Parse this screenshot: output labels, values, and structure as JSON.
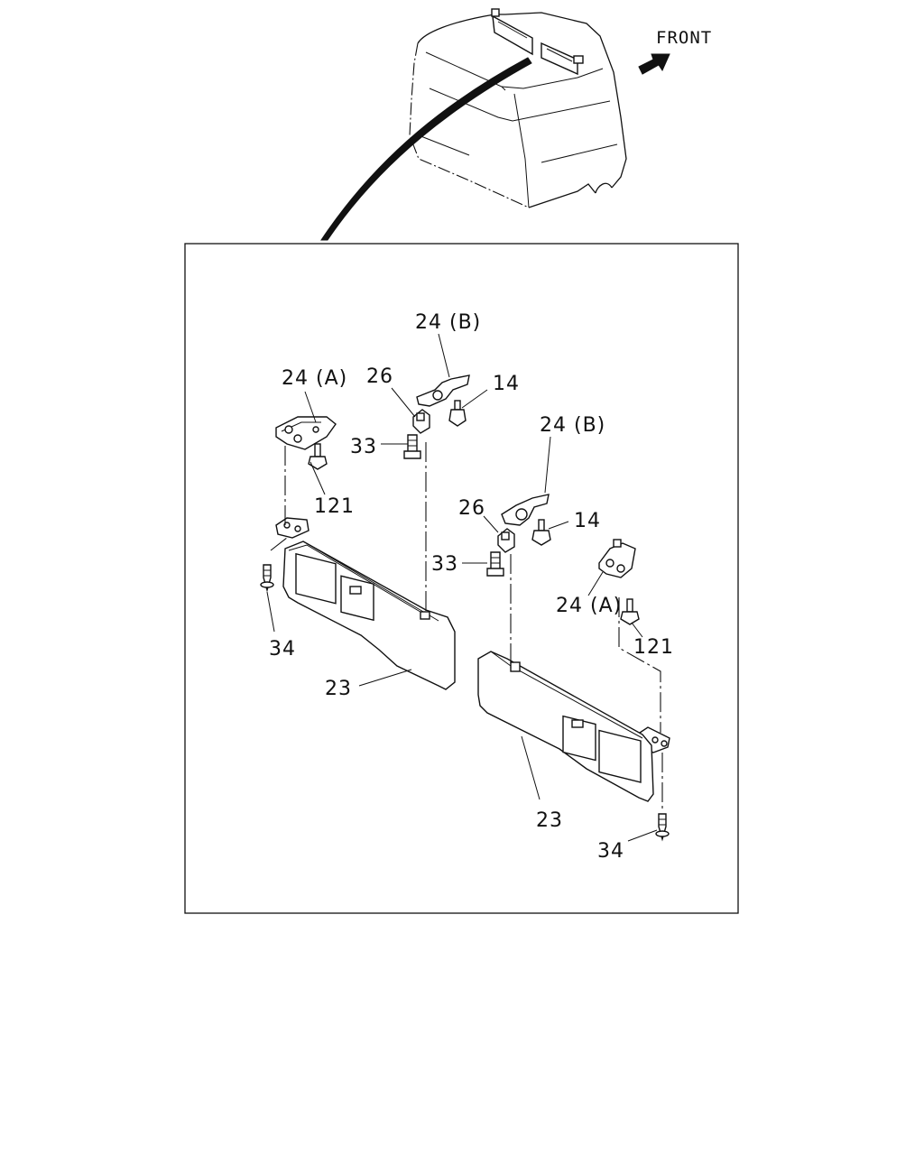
{
  "orientation": {
    "label": "FRONT"
  },
  "callouts": {
    "left_bracket_b": "24 (B)",
    "left_bracket_a": "24 (A)",
    "left_clip": "26",
    "left_screw_14": "14",
    "left_screw_33": "33",
    "left_screw_121": "121",
    "left_screw_34": "34",
    "left_visor": "23",
    "right_bracket_b": "24 (B)",
    "right_clip": "26",
    "right_screw_14": "14",
    "right_screw_33": "33",
    "right_bracket_a": "24 (A)",
    "right_screw_121": "121",
    "right_visor": "23",
    "right_screw_34": "34"
  }
}
